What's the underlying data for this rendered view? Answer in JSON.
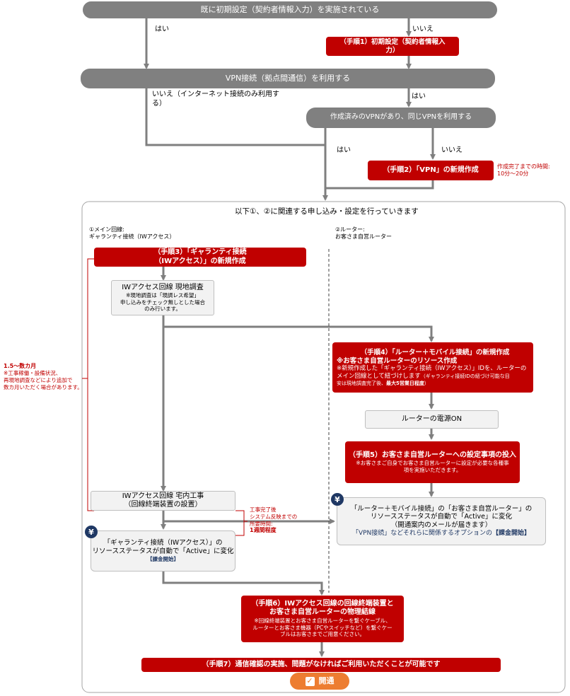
{
  "top": {
    "initial_q": "既に初期設定（契約者情報入力）を実施されている",
    "yes1": "はい",
    "no1": "いいえ",
    "step1": "（手順1）初期設定（契約者情報入力）",
    "vpn_q": "VPN接続（拠点間通信）を利用する",
    "no2": "いいえ（インターネット接続のみ利用する）",
    "yes2": "はい",
    "existing_q": "作成済みのVPNがあり、同じVPNを利用する",
    "yes3": "はい",
    "no3": "いいえ",
    "step2": "（手順2）「VPN」の新規作成",
    "step2_note_line1": "作成完了までの時間:",
    "step2_note_line2": "10分～20分"
  },
  "panel": {
    "title": "以下①、②に関連する申し込み・設定を行っていきます",
    "col1_line1": "①メイン回線:",
    "col1_line2": "ギャランティ接続（IWアクセス）",
    "col2_line1": "②ルーター:",
    "col2_line2": "お客さま自営ルーター"
  },
  "left": {
    "step3_line1": "（手順3）「ギャランティ接続",
    "step3_line2": "（IWアクセス）」の新規作成",
    "survey_title": "IWアクセス回線 現地調査",
    "survey_n1": "※現地調査は「現調レス希望」",
    "survey_n2": "申し込みをチェック無しとした場合",
    "survey_n3": "のみ行います。",
    "construct_line1": "IWアクセス回線 宅内工事",
    "construct_line2": "（回線終端装置の設置）",
    "active_line1": "「ギャランティ接続（IWアクセス）」の",
    "active_line2": "リソースステータスが自動で「Active」に変化",
    "active_line3": "【課金開始】",
    "yen": "¥"
  },
  "side": {
    "duration": "1.5～数カ月",
    "n1": "※工事稼働・設備状況、",
    "n2": "再現地調査などにより追加で",
    "n3": "数カ月いただく場合があります。"
  },
  "mid": {
    "n1": "工事完了後",
    "n2": "システム反映までの",
    "n3": "所要時間:",
    "n4": "1週間程度"
  },
  "right": {
    "step4_line1": "（手順4）「ルーター＋モバイル接続」の新規作成",
    "step4_line2": "※お客さま自営ルーターのリソース作成",
    "step4_line3": "※新規作成した「ギャランティ接続（IWアクセス）」IDを、ルーターの",
    "step4_line4": "メイン回線として紐づけします",
    "step4_line4b": "（ギャランティ接続IDの紐づけ可能な目",
    "step4_line5": "安は現地調査完了後、",
    "step4_line5b": "最大5営業日程度",
    "step4_line5c": "）",
    "power": "ルーターの電源ON",
    "step5_line1": "（手順5）お客さま自営ルーターへの設定事項の投入",
    "step5_line2": "※お客さまご自身でお客さま自営ルーターに設定が必要な各種事",
    "step5_line3": "項を実施いただきます。",
    "active_line1": "「ルーター＋モバイル接続」の「お客さま自営ルーター」の",
    "active_line2": "リソースステータスが自動で「Active」に変化",
    "active_line3": "（開通案内のメールが届きます）",
    "active_line4a": "「VPN接続」などそれらに関係するオプションの",
    "active_line4b": "【課金開始】",
    "yen": "¥"
  },
  "bottom": {
    "step6_line1": "（手順6）IWアクセス回線の回線終端装置と",
    "step6_line2": "お客さま自営ルーターの物理結線",
    "step6_line3": "※回線終端装置とお客さま自営ルーターを繋ぐケーブル、",
    "step6_line4": "ルーターとお客さま機器（PCやスイッチなど）を繋ぐケー",
    "step6_line5": "ブルはお客さまでご用意ください。",
    "step7": "（手順7）通信確認の実施、問題がなければご利用いただくことが可能です",
    "open": "開通"
  },
  "colors": {
    "gray": "#808080",
    "red": "#c00000",
    "blue": "#1f3864",
    "orange": "#ed7d31"
  }
}
